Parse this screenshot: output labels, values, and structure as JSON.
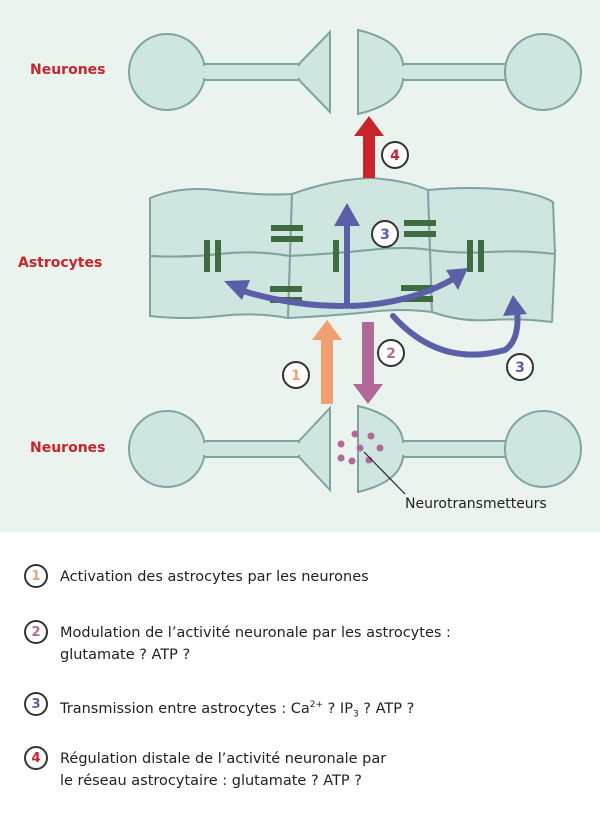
{
  "labels": {
    "neurons_top": "Neurones",
    "astrocytes": "Astrocytes",
    "neurons_bottom": "Neurones",
    "neurotransmitters": "Neurotransmetteurs"
  },
  "markers": {
    "n1": "1",
    "n2": "2",
    "n3": "3",
    "n4": "4"
  },
  "colors": {
    "panel": "#eaf3ee",
    "cell_fill": "#cfe5df",
    "outline": "#7fa3a1",
    "gap_junction": "#3f6b40",
    "arrow_1_orange": "#f0a070",
    "arrow_2_pink": "#b06a98",
    "arrow_3_blue": "#5b5fa6",
    "arrow_4_red": "#c8242b",
    "label_red": "#c8242b",
    "dots": "#b06a98"
  },
  "legend": {
    "items": [
      {
        "num": "1",
        "color": "#f0a070",
        "line1": "Activation des astrocytes par les neurones"
      },
      {
        "num": "2",
        "color": "#b06a98",
        "line1": "Modulation de l’activité neuronale par les astrocytes :",
        "line2": "glutamate ? ATP ?"
      },
      {
        "num": "3",
        "color": "#5b5fa6",
        "pre": "Transmission entre astrocytes : Ca",
        "sup": "2+",
        "mid": " ? IP",
        "sub": "3",
        "post": " ? ATP ?"
      },
      {
        "num": "4",
        "color": "#c8242b",
        "line1": "Régulation distale de l’activité neuronale par",
        "line2": "le réseau astrocytaire : glutamate ? ATP ?"
      }
    ]
  }
}
